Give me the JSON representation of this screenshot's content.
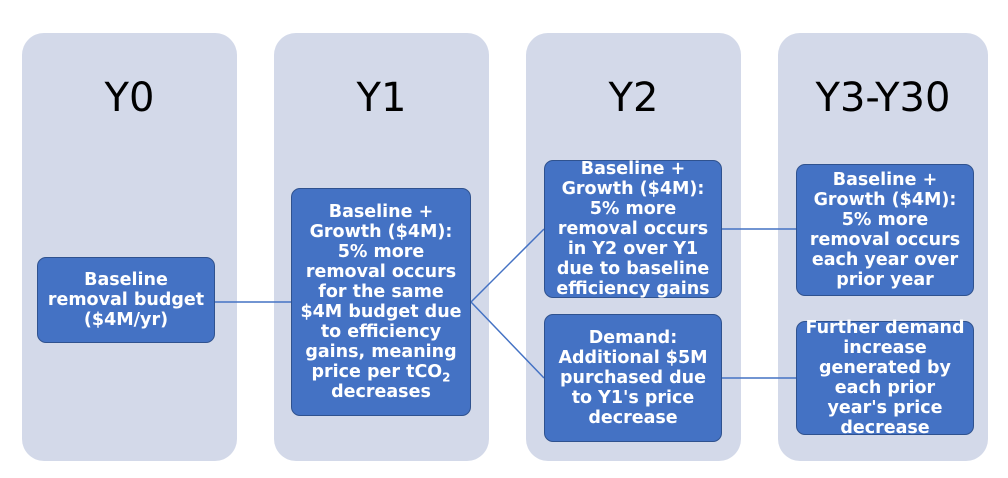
{
  "columns": [
    {
      "title": "Y0"
    },
    {
      "title": "Y1"
    },
    {
      "title": "Y2"
    },
    {
      "title": "Y3-Y30"
    }
  ],
  "boxes": {
    "y0_baseline": "Baseline removal budget ($4M/yr)",
    "y1_growth_main": "Baseline + Growth ($4M): 5% more removal occurs for the same $4M budget due to efficiency gains, meaning price per tCO",
    "y1_growth_sub": "2",
    "y1_growth_tail": " decreases",
    "y2_growth": "Baseline + Growth ($4M): 5% more removal occurs in Y2 over Y1 due to baseline efficiency gains",
    "y2_demand": "Demand: Additional $5M purchased due to Y1's price decrease",
    "y3_growth": "Baseline + Growth ($4M): 5% more removal occurs each year over prior year",
    "y3_demand": "Further demand increase generated by each prior year's price decrease"
  },
  "colors": {
    "column_bg": "#d3d9e9",
    "box_fill": "#4472c4",
    "box_border": "#2f528f",
    "connector": "#4472c4"
  }
}
